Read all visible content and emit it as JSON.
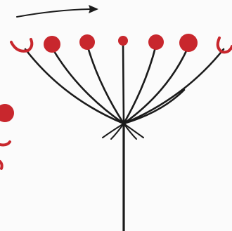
{
  "diagram": {
    "subject": "umbel-inflorescence",
    "colors": {
      "stem": "#1b1b1b",
      "flower": "#c8272d",
      "background": "#fbfbfb"
    },
    "direction_arrow": {
      "icon": "arrow-right-icon"
    },
    "umbel": {
      "ray_count": 8,
      "flowers": [
        {
          "stage": "open-cup"
        },
        {
          "stage": "bud"
        },
        {
          "stage": "bud"
        },
        {
          "stage": "small-bud"
        },
        {
          "stage": "bud"
        },
        {
          "stage": "bud"
        },
        {
          "stage": "open-cup"
        }
      ]
    },
    "neighbor_fragment": {
      "stage": "bud"
    }
  }
}
